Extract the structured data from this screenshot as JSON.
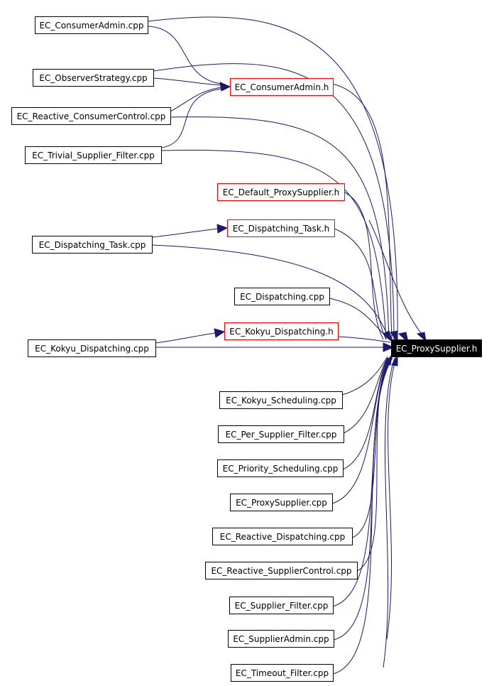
{
  "graph": {
    "colors": {
      "edge": "#191970",
      "header_border": "#ff0000",
      "node_border": "#000000",
      "target_fill": "#000000"
    },
    "target": "EC_ProxySupplier.h",
    "headers": {
      "consumer_admin_h": "EC_ConsumerAdmin.h",
      "default_proxy_supplier_h": "EC_Default_ProxySupplier.h",
      "dispatching_task_h": "EC_Dispatching_Task.h",
      "kokyu_dispatching_h": "EC_Kokyu_Dispatching.h"
    },
    "sources": {
      "consumer_admin_cpp": "EC_ConsumerAdmin.cpp",
      "observer_strategy_cpp": "EC_ObserverStrategy.cpp",
      "reactive_consumer_control_cpp": "EC_Reactive_ConsumerControl.cpp",
      "trivial_supplier_filter_cpp": "EC_Trivial_Supplier_Filter.cpp",
      "dispatching_task_cpp": "EC_Dispatching_Task.cpp",
      "dispatching_cpp": "EC_Dispatching.cpp",
      "kokyu_dispatching_cpp": "EC_Kokyu_Dispatching.cpp",
      "kokyu_scheduling_cpp": "EC_Kokyu_Scheduling.cpp",
      "per_supplier_filter_cpp": "EC_Per_Supplier_Filter.cpp",
      "priority_scheduling_cpp": "EC_Priority_Scheduling.cpp",
      "proxy_supplier_cpp": "EC_ProxySupplier.cpp",
      "reactive_dispatching_cpp": "EC_Reactive_Dispatching.cpp",
      "reactive_supplier_control_cpp": "EC_Reactive_SupplierControl.cpp",
      "supplier_filter_cpp": "EC_Supplier_Filter.cpp",
      "supplier_admin_cpp": "EC_SupplierAdmin.cpp",
      "timeout_filter_cpp": "EC_Timeout_Filter.cpp"
    }
  }
}
